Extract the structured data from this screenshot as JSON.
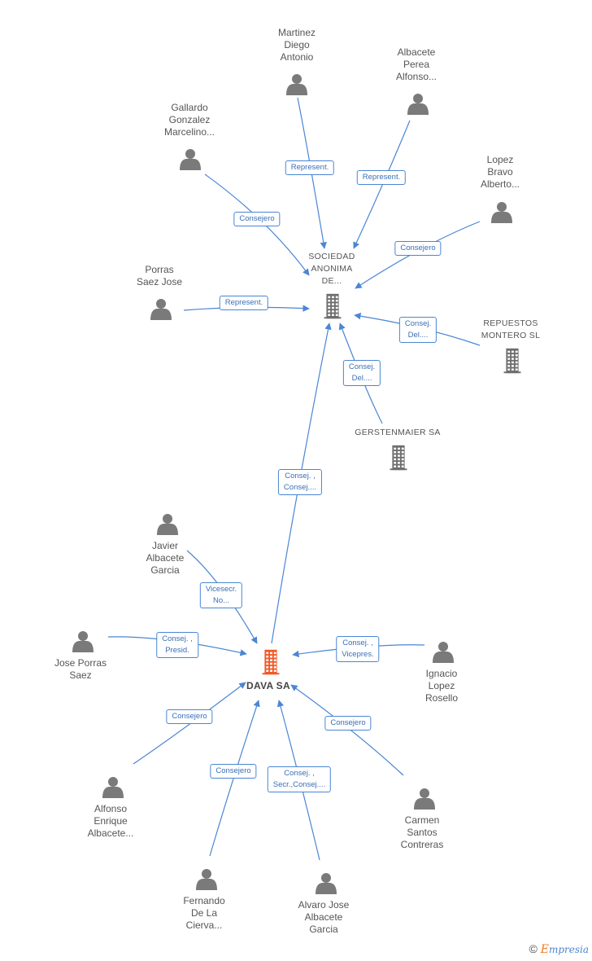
{
  "nodes": [
    {
      "id": "martinez",
      "type": "person",
      "label": "Martinez\nDiego\nAntonio"
    },
    {
      "id": "albacete_perea",
      "type": "person",
      "label": "Albacete\nPerea\nAlfonso..."
    },
    {
      "id": "gallardo",
      "type": "person",
      "label": "Gallardo\nGonzalez\nMarcelino..."
    },
    {
      "id": "lopez_bravo",
      "type": "person",
      "label": "Lopez\nBravo\nAlberto..."
    },
    {
      "id": "porras",
      "type": "person",
      "label": "Porras\nSaez Jose"
    },
    {
      "id": "sociedad",
      "type": "company",
      "label": "SOCIEDAD\nANONIMA\nDE..."
    },
    {
      "id": "repuestos",
      "type": "company",
      "label": "REPUESTOS\nMONTERO SL"
    },
    {
      "id": "gerstenmaier",
      "type": "company",
      "label": "GERSTENMAIER SA"
    },
    {
      "id": "javier",
      "type": "person",
      "label": "Javier\nAlbacete\nGarcia"
    },
    {
      "id": "jose_porras",
      "type": "person",
      "label": "Jose Porras\nSaez"
    },
    {
      "id": "ignacio",
      "type": "person",
      "label": "Ignacio\nLopez\nRosello"
    },
    {
      "id": "dava",
      "type": "main-company",
      "label": "DAVA SA"
    },
    {
      "id": "alfonso",
      "type": "person",
      "label": "Alfonso\nEnrique\nAlbacete..."
    },
    {
      "id": "carmen",
      "type": "person",
      "label": "Carmen\nSantos\nContreras"
    },
    {
      "id": "fernando",
      "type": "person",
      "label": "Fernando\nDe La\nCierva..."
    },
    {
      "id": "alvaro",
      "type": "person",
      "label": "Alvaro Jose\nAlbacete\nGarcia"
    }
  ],
  "edges": [
    {
      "from": "martinez",
      "to": "sociedad",
      "label": "Represent."
    },
    {
      "from": "albacete_perea",
      "to": "sociedad",
      "label": "Represent."
    },
    {
      "from": "gallardo",
      "to": "sociedad",
      "label": "Consejero"
    },
    {
      "from": "lopez_bravo",
      "to": "sociedad",
      "label": "Consejero"
    },
    {
      "from": "porras",
      "to": "sociedad",
      "label": "Represent."
    },
    {
      "from": "repuestos",
      "to": "sociedad",
      "label": "Consej.\nDel...."
    },
    {
      "from": "gerstenmaier",
      "to": "sociedad",
      "label": "Consej.\nDel...."
    },
    {
      "from": "dava",
      "to": "sociedad",
      "label": "Consej. ,\nConsej...."
    },
    {
      "from": "javier",
      "to": "dava",
      "label": "Vicesecr.\nNo..."
    },
    {
      "from": "jose_porras",
      "to": "dava",
      "label": "Consej. ,\nPresid."
    },
    {
      "from": "ignacio",
      "to": "dava",
      "label": "Consej. ,\nVicepres."
    },
    {
      "from": "alfonso",
      "to": "dava",
      "label": "Consejero"
    },
    {
      "from": "carmen",
      "to": "dava",
      "label": "Consejero"
    },
    {
      "from": "fernando",
      "to": "dava",
      "label": "Consejero"
    },
    {
      "from": "alvaro",
      "to": "dava",
      "label": "Consej. ,\nSecr.,Consej...."
    }
  ],
  "colors": {
    "edge": "#4a86d4",
    "person_icon": "#7a7a7a",
    "company_icon": "#6e6e6e",
    "main_company_icon": "#f05a28"
  },
  "footer": {
    "copyright": "©",
    "brand_initial": "E",
    "brand_rest": "mpresia"
  }
}
